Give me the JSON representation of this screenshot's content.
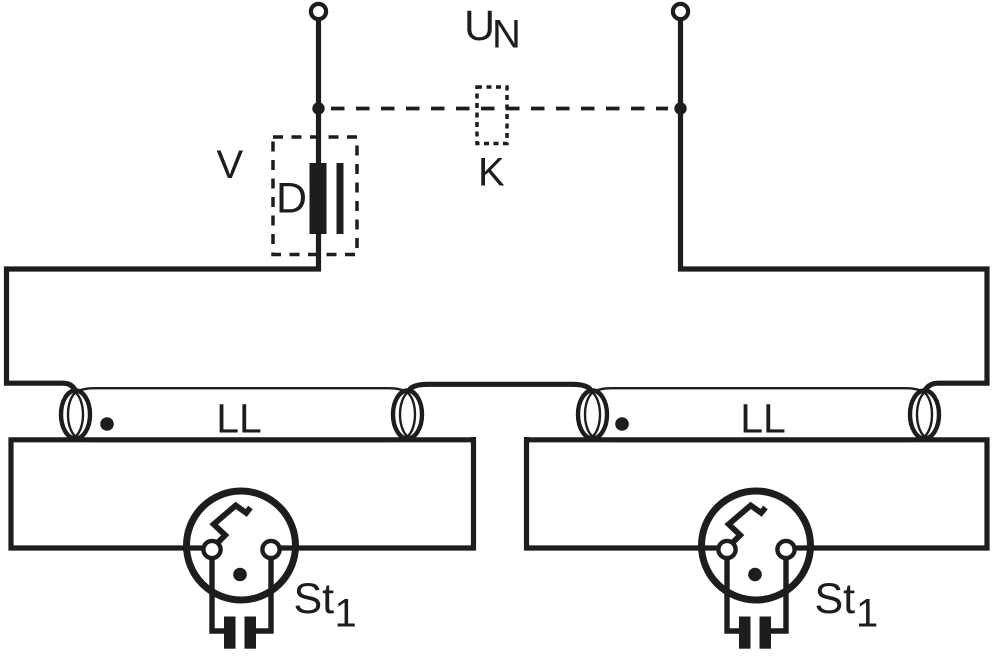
{
  "diagram_type": "fluorescent-lamp-series-circuit-schematic",
  "colors": {
    "ink": "#1d1d1b",
    "background": "#ffffff"
  },
  "labels": {
    "supply": {
      "symbol": "U",
      "subscript": "N"
    },
    "switch": {
      "symbol": "K"
    },
    "ballast_unit": {
      "symbol": "V"
    },
    "ballast": {
      "symbol": "D"
    },
    "lamp_1": {
      "symbol": "LL"
    },
    "lamp_2": {
      "symbol": "LL"
    },
    "starter_1": {
      "symbol": "St",
      "subscript": "1"
    },
    "starter_2": {
      "symbol": "St",
      "subscript": "1"
    }
  }
}
